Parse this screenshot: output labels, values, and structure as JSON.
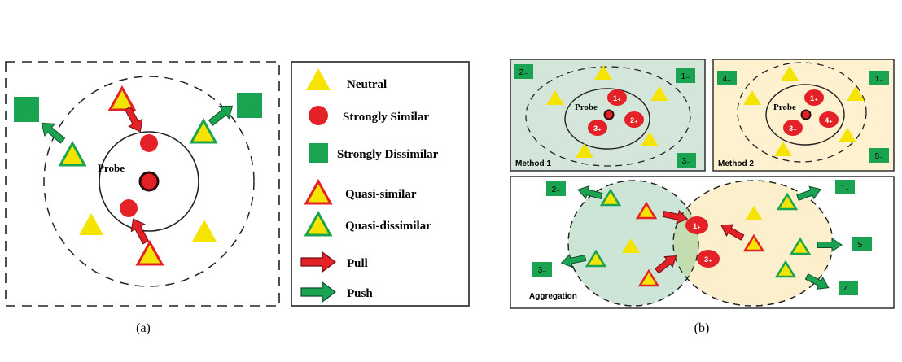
{
  "panel_a": {
    "probe_label": "Probe",
    "caption": "(a)"
  },
  "legend": {
    "items": [
      {
        "key": "neutral",
        "label": "Neutral"
      },
      {
        "key": "strongly_similar",
        "label": "Strongly Similar"
      },
      {
        "key": "strongly_dissimilar",
        "label": "Strongly Dissimilar"
      },
      {
        "key": "quasi_similar",
        "label": "Quasi-similar"
      },
      {
        "key": "quasi_dissimilar",
        "label": "Quasi-dissimilar"
      },
      {
        "key": "pull",
        "label": "Pull"
      },
      {
        "key": "push",
        "label": "Push"
      }
    ]
  },
  "panel_b": {
    "caption": "(b)",
    "method1": {
      "title": "Method 1",
      "probe_label": "Probe",
      "similar_labels": [
        "1₊",
        "2₊",
        "3₊"
      ],
      "dissimilar_labels": [
        "1₋",
        "2₋",
        "3₋"
      ]
    },
    "method2": {
      "title": "Method 2",
      "probe_label": "Probe",
      "similar_labels": [
        "1₊",
        "4₊",
        "3₊"
      ],
      "dissimilar_labels": [
        "1₋",
        "4₋",
        "5₋"
      ]
    },
    "aggregation": {
      "title": "Aggregation",
      "similar_labels": [
        "1₊",
        "3₊"
      ],
      "dissimilar_labels": [
        "2₋",
        "3₋",
        "1₋",
        "5₋",
        "4₋"
      ]
    }
  },
  "colors": {
    "yellow": "#f5e400",
    "red": "#e42127",
    "green": "#1aa451",
    "method1_bg": "#d4e6d9",
    "method2_bg": "#fdf1cf",
    "agg_left": "#cde5d6",
    "agg_right": "#fbefcc",
    "agg_overlap": "#c2ddb0"
  }
}
